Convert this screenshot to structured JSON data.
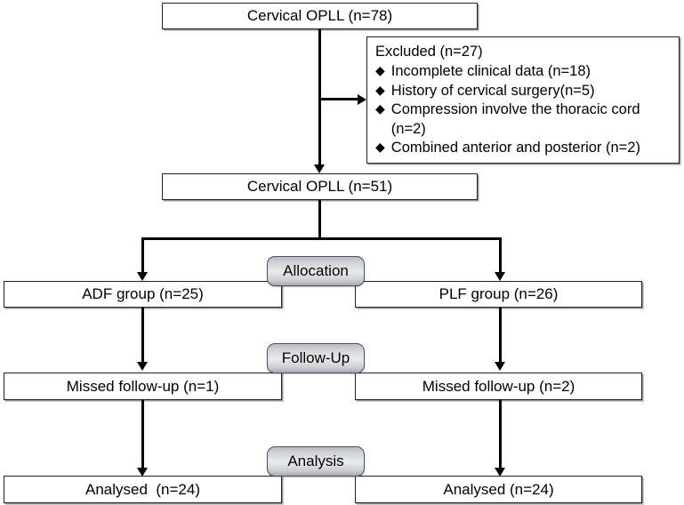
{
  "diagram": {
    "title": "CONSORT-style participant flow diagram",
    "nodes": {
      "enrolled": "Cervical OPLL (n=78)",
      "eligible": "Cervical OPLL (n=51)",
      "adf_group": "ADF group (n=25)",
      "plf_group": "PLF group (n=26)",
      "adf_missed": "Missed follow-up (n=1)",
      "plf_missed": "Missed follow-up (n=2)",
      "adf_analysed": "Analysed  (n=24)",
      "plf_analysed": "Analysed (n=24)"
    },
    "excluded": {
      "title": "Excluded (n=27)",
      "bullet_glyph": "◆",
      "items": [
        "Incomplete clinical data (n=18)",
        "History of cervical surgery(n=5)",
        "Compression involve the thoracic cord (n=2)",
        "Combined anterior and posterior (n=2)"
      ]
    },
    "stages": {
      "allocation": "Allocation",
      "followup": "Follow-Up",
      "analysis": "Analysis"
    },
    "colors": {
      "box_border": "#231f20",
      "box_shadow": "#9a9a9a",
      "badge_border": "#46506b",
      "badge_fill_light": "#e9eaec",
      "badge_fill_dark": "#a7a9af",
      "connector": "#000000",
      "background": "#ffffff",
      "text": "#000000"
    }
  }
}
